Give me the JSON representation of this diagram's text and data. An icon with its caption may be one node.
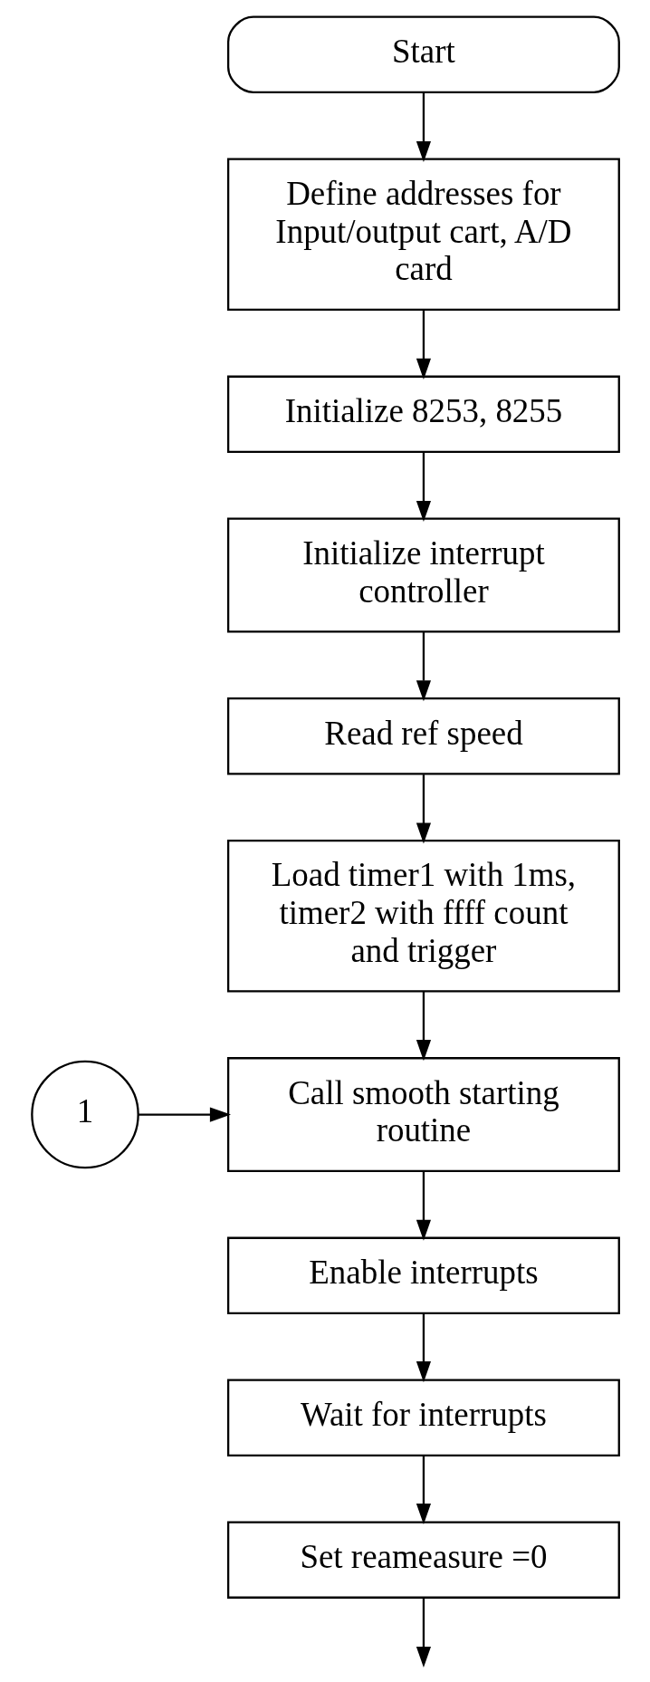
{
  "diagram": {
    "nodes": [
      {
        "text": [
          "Start"
        ]
      },
      {
        "text": [
          "Define addresses for Input/output cart, A/D card"
        ]
      },
      {
        "text": [
          "Initialize 8253, 8255"
        ]
      },
      {
        "text": [
          "Initialize interrupt controller"
        ]
      },
      {
        "text": [
          "Read ref speed"
        ]
      },
      {
        "text": [
          "Load timer1 with 1ms, timer2 with ffff count and trigger"
        ]
      },
      {
        "text": [
          "1"
        ]
      },
      {
        "text": [
          "Call smooth starting routine"
        ]
      },
      {
        "text": [
          "Enable interrupts"
        ]
      },
      {
        "text": [
          "Wait for interrupts"
        ]
      },
      {
        "text": [
          "Set reameasure =0"
        ]
      }
    ],
    "edges": [
      {
        "from": 0,
        "to": 1,
        "arrow": "to"
      },
      {
        "from": 1,
        "to": 2,
        "arrow": "to"
      },
      {
        "from": 2,
        "to": 3,
        "arrow": "to"
      },
      {
        "from": 3,
        "to": 4,
        "arrow": "to"
      },
      {
        "from": 4,
        "to": 5,
        "arrow": "to"
      },
      {
        "from": 5,
        "to": 7,
        "arrow": "to"
      },
      {
        "from": 6,
        "to": 7,
        "arrow": "to"
      },
      {
        "from": 7,
        "to": 8,
        "arrow": "to"
      },
      {
        "from": 8,
        "to": 9,
        "arrow": "to"
      },
      {
        "from": 9,
        "to": 10,
        "arrow": "to"
      },
      {
        "from": 10,
        "to": null,
        "arrow": "to"
      }
    ]
  }
}
